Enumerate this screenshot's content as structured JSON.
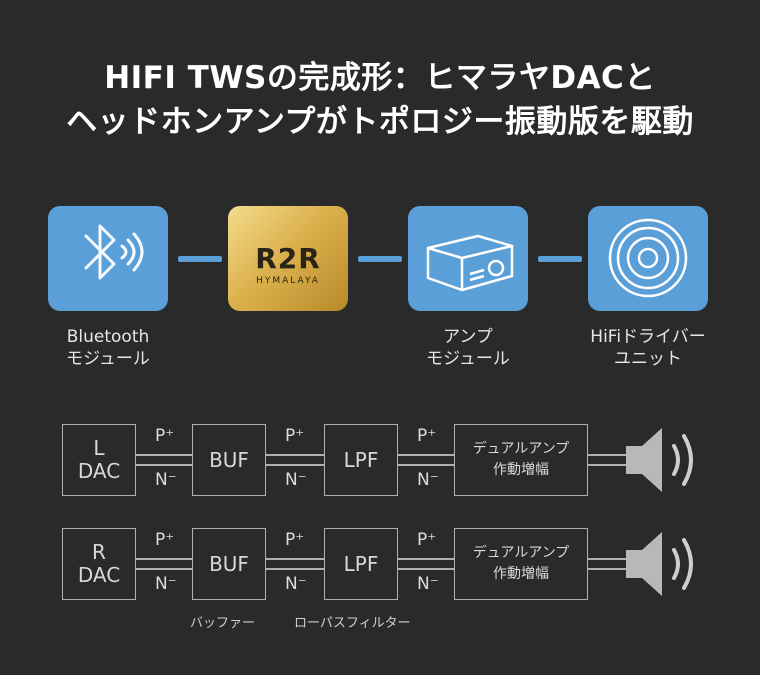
{
  "title": {
    "line1": "HIFI TWSの完成形：ヒマラヤDACと",
    "line2": "ヘッドホンアンプがトポロジー振動版を駆動"
  },
  "icons": {
    "bluetooth": {
      "label1": "Bluetooth",
      "label2": "モジュール",
      "icon": "bluetooth-icon"
    },
    "dac": {
      "logo": "R2R",
      "logo_sub": "HYMALAYA",
      "icon": "r2r-hymalaya-logo"
    },
    "amp": {
      "label1": "アンプ",
      "label2": "モジュール",
      "icon": "amplifier-icon"
    },
    "driver": {
      "label1": "HiFiドライバー",
      "label2": "ユニット",
      "icon": "speaker-driver-icon"
    }
  },
  "chains": [
    {
      "dac_line1": "L",
      "dac_line2": "DAC",
      "buf": "BUF",
      "lpf": "LPF",
      "amp_line1": "デュアルアンプ",
      "amp_line2": "作動増幅",
      "p": "P⁺",
      "n": "N⁻"
    },
    {
      "dac_line1": "R",
      "dac_line2": "DAC",
      "buf": "BUF",
      "lpf": "LPF",
      "amp_line1": "デュアルアンプ",
      "amp_line2": "作動増幅",
      "p": "P⁺",
      "n": "N⁻"
    }
  ],
  "sublabels": {
    "buffer": "バッファー",
    "lowpass": "ローパスフィルター"
  },
  "colors": {
    "background": "#2a2a2a",
    "accent_blue": "#5b9fd8",
    "gold": "#dcb24e",
    "line_gray": "#b0b0b0"
  }
}
